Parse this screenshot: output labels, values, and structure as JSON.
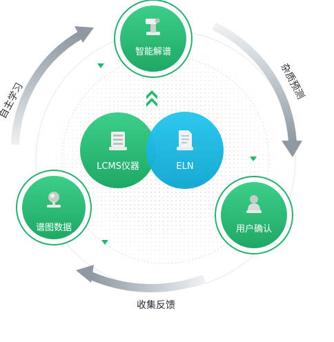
{
  "nodes": {
    "top": {
      "label": "智能解谱"
    },
    "left": {
      "label": "谱图数据"
    },
    "right": {
      "label": "用户确认"
    },
    "lcms": {
      "label": "LCMS仪器"
    },
    "eln": {
      "label": "ELN"
    }
  },
  "cycle_labels": {
    "top_left": "自主学习",
    "top_right": "杂质预测",
    "bottom": "收集反馈"
  },
  "colors": {
    "green": "#2fbd7a",
    "green_dark": "#1f9e5f",
    "blue": "#19b8df",
    "ring_border": "#24b16b",
    "arrow_gray": "#a7b0b8",
    "marker_green": "#20b86f"
  },
  "icons": [
    "robot-arm-icon",
    "instrument-icon",
    "microscope-icon",
    "person-icon",
    "document-icon"
  ]
}
